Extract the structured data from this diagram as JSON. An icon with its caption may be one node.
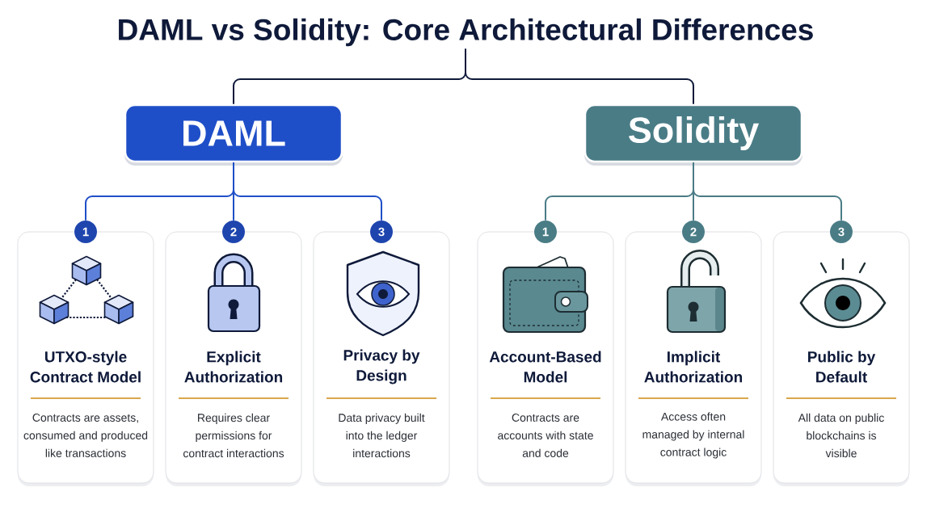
{
  "diagram": {
    "nodes": [
      {
        "text": [
          "DAML vs Solidity: Core Architectural Differences"
        ]
      },
      {
        "text": [
          "DAML"
        ]
      },
      {
        "text": [
          "Solidity"
        ]
      },
      {
        "text": [
          "1"
        ]
      },
      {
        "text": [
          "UTXO-style Contract Model",
          "Contracts are assets, consumed and produced like transactions"
        ]
      },
      {
        "text": [
          "2"
        ]
      },
      {
        "text": [
          "Explicit Authorization",
          "Requires clear permissions for contract interactions"
        ]
      },
      {
        "text": [
          "3"
        ]
      },
      {
        "text": [
          "Privacy by Design",
          "Data privacy built into the ledger interactions"
        ]
      },
      {
        "text": [
          "1"
        ]
      },
      {
        "text": [
          "Account-Based Model",
          "Contracts are accounts with state and code"
        ]
      },
      {
        "text": [
          "2"
        ]
      },
      {
        "text": [
          "Implicit Authorization",
          "Access often managed by internal contract logic"
        ]
      },
      {
        "text": [
          "3"
        ]
      },
      {
        "text": [
          "Public by Default",
          "All data on public blockchains is visible"
        ]
      }
    ],
    "edges": [
      {
        "from": 0,
        "to": 1,
        "arrow": "none",
        "color": "#0f1a3a"
      },
      {
        "from": 0,
        "to": 2,
        "arrow": "none",
        "color": "#0f1a3a"
      },
      {
        "from": 1,
        "to": 3,
        "arrow": "none",
        "color": "#1f4fc8"
      },
      {
        "from": 1,
        "to": 5,
        "arrow": "none",
        "color": "#1f4fc8"
      },
      {
        "from": 1,
        "to": 7,
        "arrow": "none",
        "color": "#1f4fc8"
      },
      {
        "from": 2,
        "to": 9,
        "arrow": "none",
        "color": "#4a7c86"
      },
      {
        "from": 2,
        "to": 11,
        "arrow": "none",
        "color": "#4a7c86"
      },
      {
        "from": 2,
        "to": 13,
        "arrow": "none",
        "color": "#4a7c86"
      }
    ]
  }
}
